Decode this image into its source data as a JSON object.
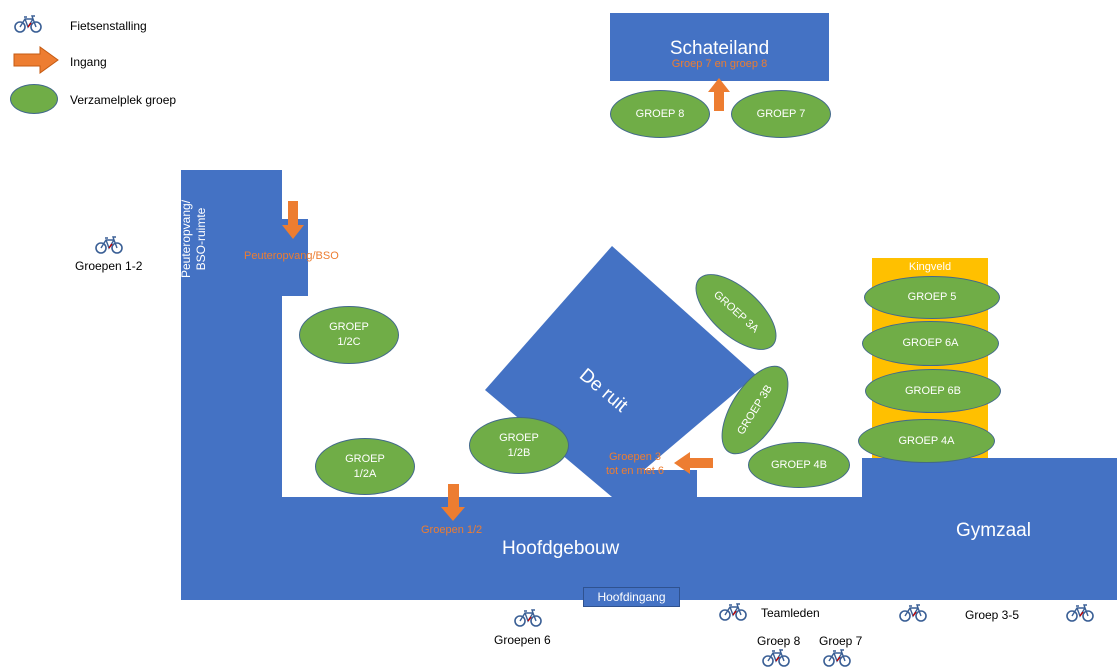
{
  "legend": {
    "bike_label": "Fietsenstalling",
    "entrance_label": "Ingang",
    "assembly_label": "Verzamelplek groep"
  },
  "colors": {
    "building": "#4472c4",
    "group_spot": "#70ad47",
    "entrance_arrow": "#ed7d31",
    "kingveld": "#ffc000"
  },
  "buildings": {
    "schateiland": "Schateiland",
    "schateiland_sub": "Groep 7 en groep 8",
    "peuteropvang_line1": "Peuteropvang/",
    "peuteropvang_line2": "BSO-ruimte",
    "peuteropvang_entrance": "Peuteropvang/BSO",
    "de_ruit": "De ruit",
    "hoofdgebouw": "Hoofdgebouw",
    "hoofdingang": "Hoofdingang",
    "gymzaal": "Gymzaal",
    "kingveld": "Kingveld"
  },
  "entrances": {
    "groepen_1_2": "Groepen 1/2",
    "groepen_3_6_line1": "Groepen 3",
    "groepen_3_6_line2": "tot en met 6"
  },
  "groups": {
    "g8": "GROEP 8",
    "g7": "GROEP 7",
    "g12c_1": "GROEP",
    "g12c_2": "1/2C",
    "g12a_1": "GROEP",
    "g12a_2": "1/2A",
    "g12b_1": "GROEP",
    "g12b_2": "1/2B",
    "g3a": "GROEP 3A",
    "g3b": "GROEP 3B",
    "g4b": "GROEP 4B",
    "g5": "GROEP 5",
    "g6a": "GROEP 6A",
    "g6b": "GROEP 6B",
    "g4a": "GROEP 4A"
  },
  "bike_racks": {
    "groepen_1_2": "Groepen 1-2",
    "groepen_6": "Groepen 6",
    "teamleden": "Teamleden",
    "groep_8": "Groep 8",
    "groep_7": "Groep 7",
    "groep_3_5": "Groep 3-5"
  }
}
